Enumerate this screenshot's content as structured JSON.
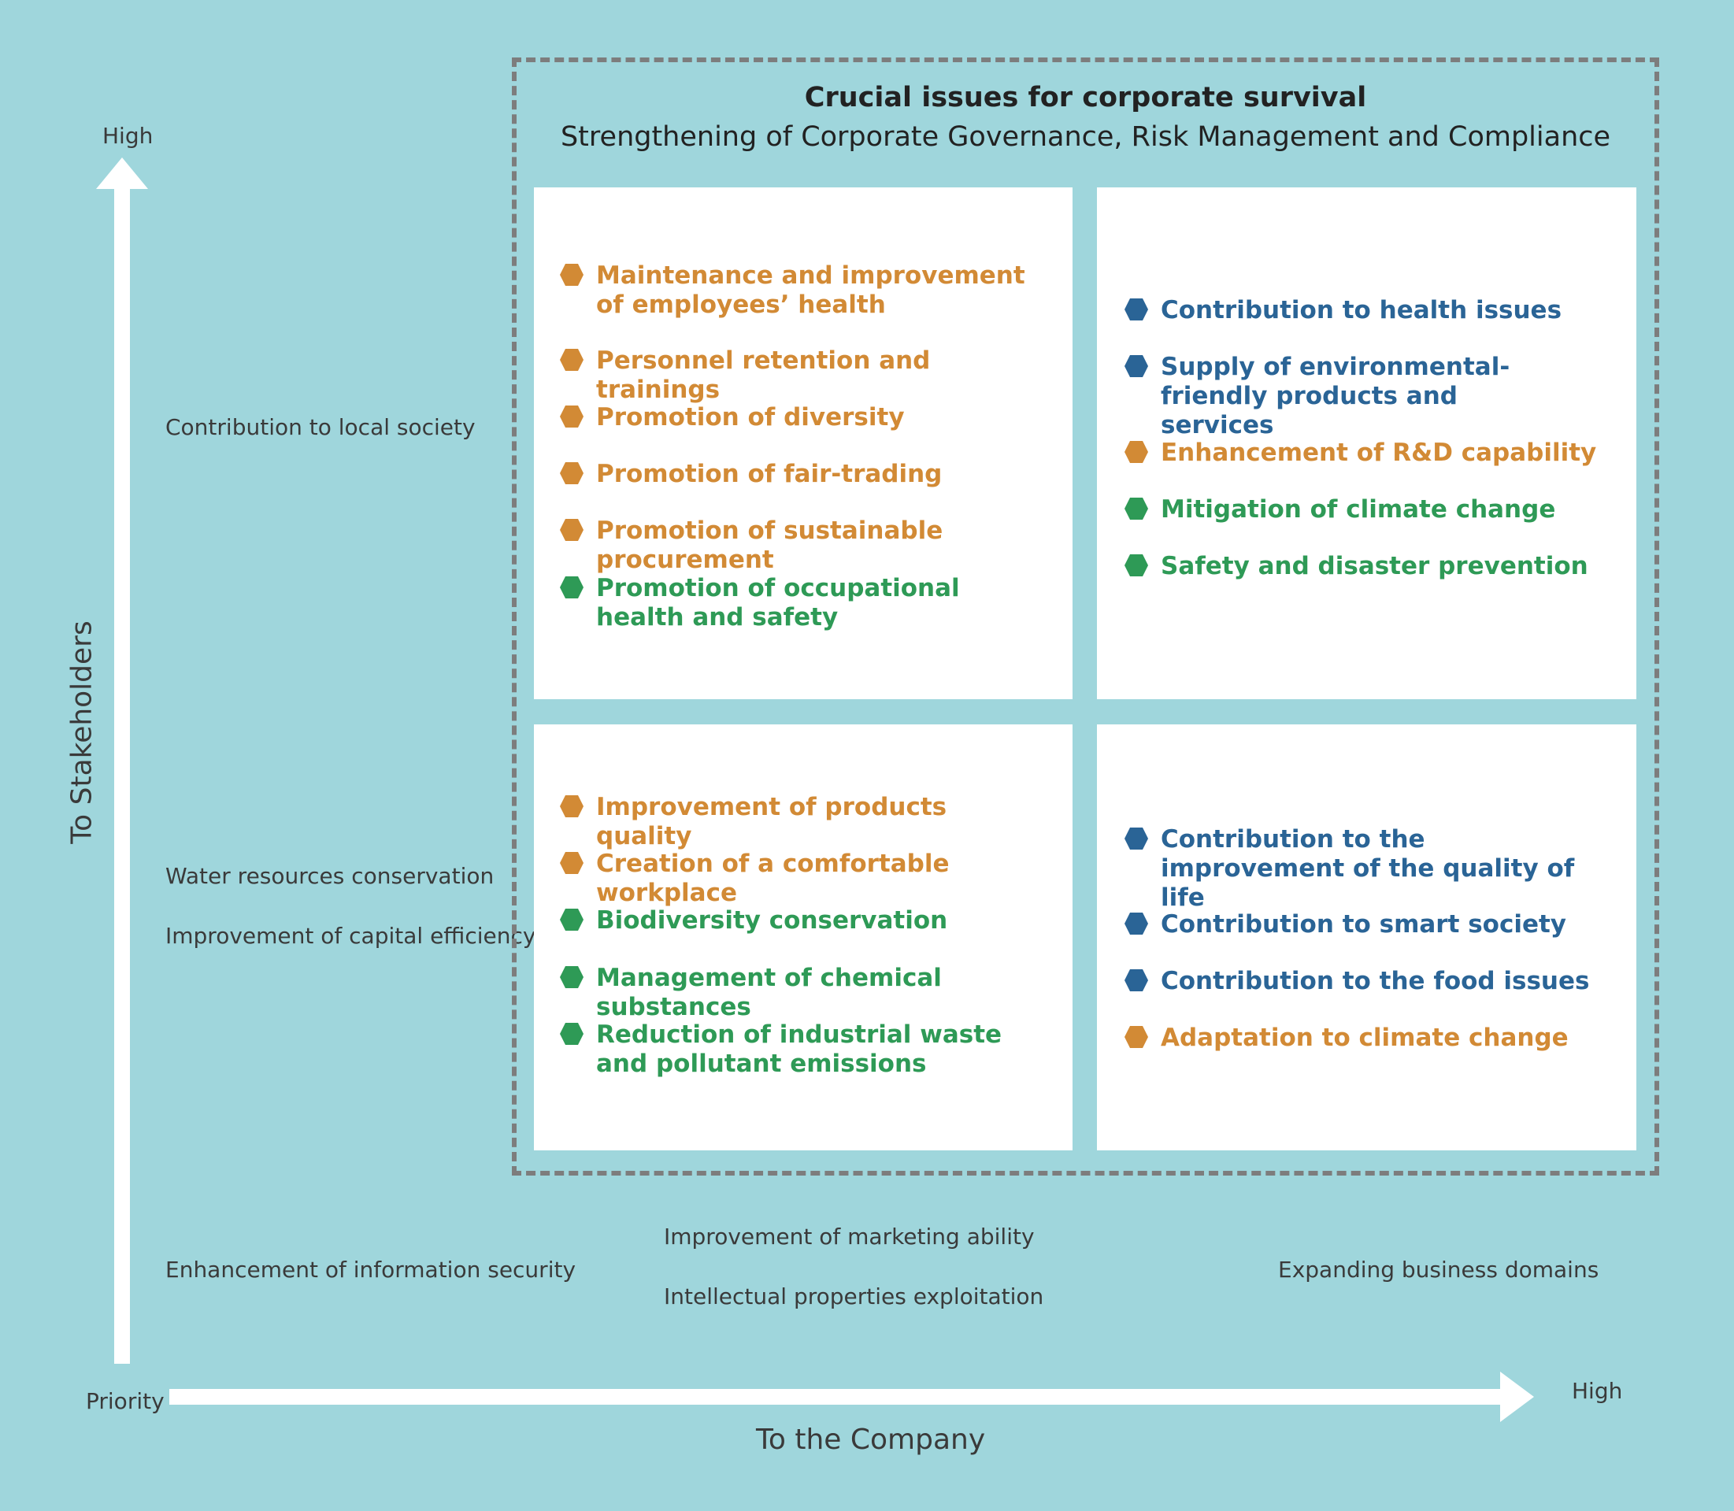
{
  "colors": {
    "background": "#9fd6dc",
    "orange": "#d28a35",
    "blue": "#2a6496",
    "green": "#2e9a56",
    "frame": "#7d7d7d"
  },
  "y_axis": {
    "title": "To Stakeholders",
    "high_label": "High"
  },
  "x_axis": {
    "title": "To the Company",
    "high_label": "High",
    "origin_label": "Priority"
  },
  "crucial_box": {
    "title": "Crucial issues for corporate survival",
    "subtitle": "Strengthening of Corporate Governance, Risk Management and Compliance"
  },
  "quadrants": {
    "top_left": [
      {
        "text": "Maintenance and improvement of employees’ health",
        "color": "orange"
      },
      {
        "text": "Personnel retention and trainings",
        "color": "orange"
      },
      {
        "text": "Promotion of diversity",
        "color": "orange"
      },
      {
        "text": "Promotion of fair-trading",
        "color": "orange"
      },
      {
        "text": "Promotion of sustainable procurement",
        "color": "orange"
      },
      {
        "text": "Promotion of occupational health and safety",
        "color": "green"
      }
    ],
    "top_right": [
      {
        "text": "Contribution to health issues",
        "color": "blue"
      },
      {
        "text": "Supply of environmental-friendly products and services",
        "color": "blue"
      },
      {
        "text": "Enhancement of R&D capability",
        "color": "orange"
      },
      {
        "text": "Mitigation of climate change",
        "color": "green"
      },
      {
        "text": "Safety and disaster prevention",
        "color": "green"
      }
    ],
    "bottom_left": [
      {
        "text": "Improvement of products quality",
        "color": "orange"
      },
      {
        "text": "Creation of a comfortable workplace",
        "color": "orange"
      },
      {
        "text": "Biodiversity conservation",
        "color": "green"
      },
      {
        "text": "Management of chemical substances",
        "color": "green"
      },
      {
        "text": "Reduction of industrial waste and pollutant emissions",
        "color": "green"
      }
    ],
    "bottom_right": [
      {
        "text": "Contribution to the improvement of the quality of life",
        "color": "blue"
      },
      {
        "text": "Contribution to smart society",
        "color": "blue"
      },
      {
        "text": "Contribution to the food issues",
        "color": "blue"
      },
      {
        "text": "Adaptation to climate change",
        "color": "orange"
      }
    ]
  },
  "outside_issues": {
    "local_society": "Contribution to local society",
    "water": "Water resources conservation",
    "capital": "Improvement of capital efficiency",
    "info_security": "Enhancement of information security",
    "marketing": "Improvement of marketing ability",
    "ip": "Intellectual properties exploitation",
    "business_domains": "Expanding business domains"
  }
}
